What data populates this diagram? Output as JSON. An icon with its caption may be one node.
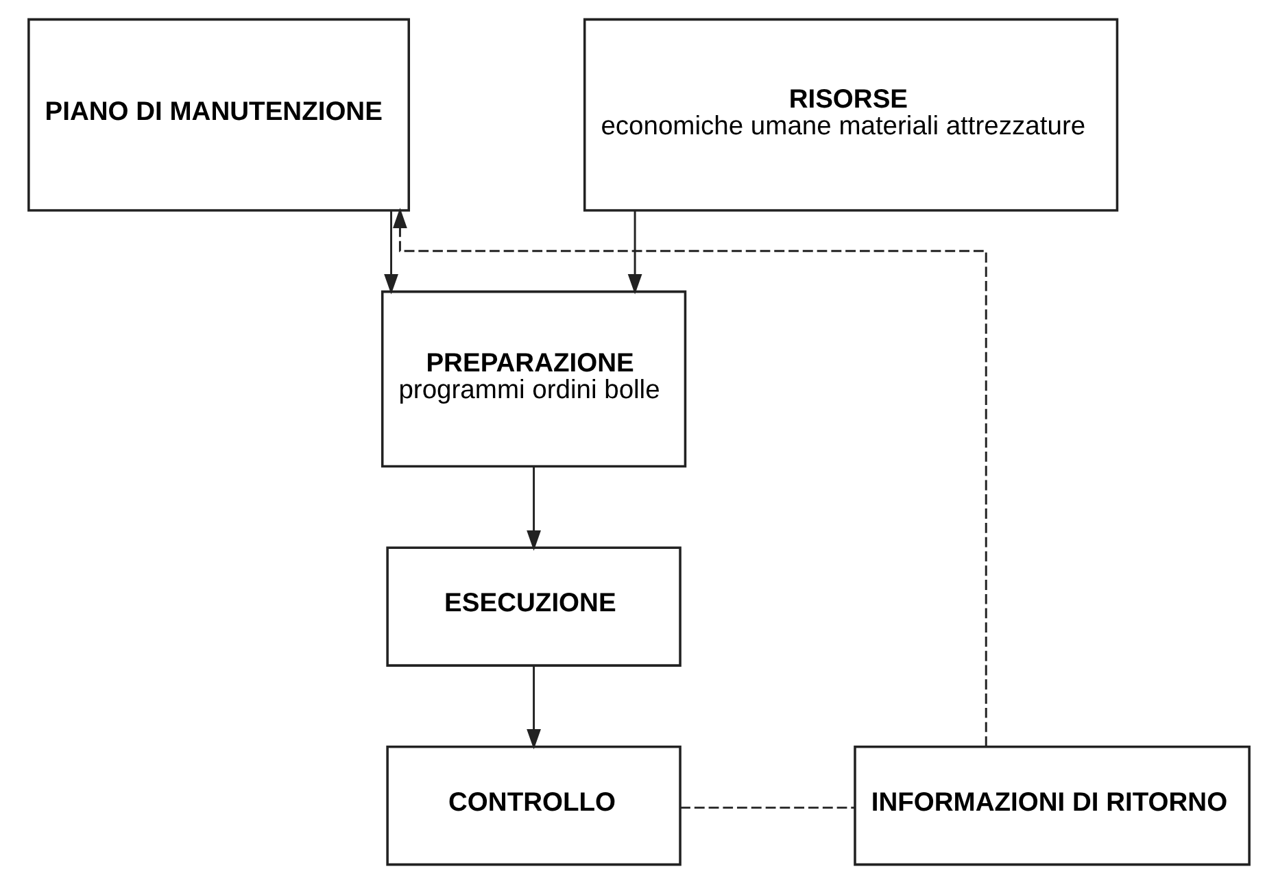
{
  "diagram": {
    "nodes": [
      {
        "text": [
          "PIANO DI MANUTENZIONE"
        ]
      },
      {
        "text": [
          "RISORSE",
          "economiche umane materiali attrezzature"
        ]
      },
      {
        "text": [
          "PREPARAZIONE",
          "programmi ordini bolle"
        ]
      },
      {
        "text": [
          "ESECUZIONE"
        ]
      },
      {
        "text": [
          "INFORMAZIONI DI RITORNO"
        ]
      },
      {
        "text": [
          "CONTROLLO"
        ]
      }
    ],
    "edges": [
      {
        "from": 0,
        "to": 2,
        "arrow": "to"
      },
      {
        "from": 1,
        "to": 2,
        "arrow": "to"
      },
      {
        "from": 2,
        "to": 3,
        "arrow": "to"
      },
      {
        "from": 3,
        "to": 5,
        "arrow": "to"
      },
      {
        "from": 5,
        "to": 4,
        "arrow": "none",
        "style": "dashed"
      },
      {
        "from": 4,
        "to": 0,
        "arrow": "to",
        "style": "dashed"
      }
    ]
  }
}
